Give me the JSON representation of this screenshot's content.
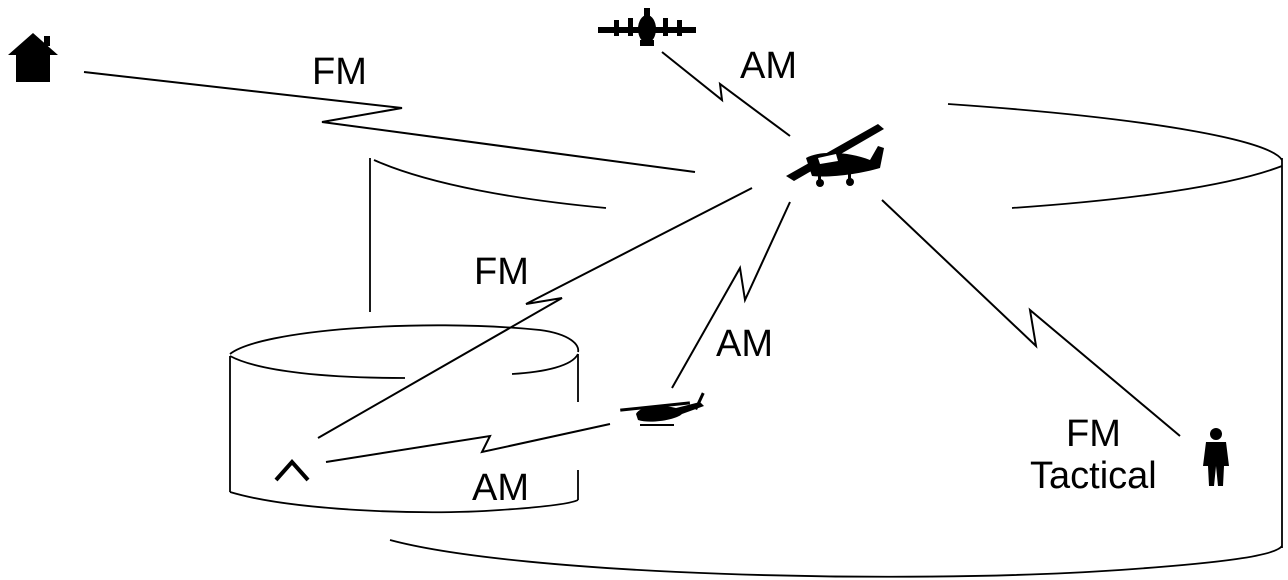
{
  "labels": {
    "fm_top": "FM",
    "am_top": "AM",
    "fm_middle": "FM",
    "am_middle": "AM",
    "am_bottom": "AM",
    "fm_tactical_line1": "FM",
    "fm_tactical_line2": "Tactical"
  },
  "icons": {
    "house": "house-icon",
    "patrol_aircraft": "four-engine-aircraft-icon",
    "observation_plane": "high-wing-airplane-icon",
    "helicopter": "helicopter-icon",
    "soldier": "soldier-icon",
    "tent": "tent-icon"
  },
  "colors": {
    "ink": "#000000",
    "background": "#ffffff"
  }
}
